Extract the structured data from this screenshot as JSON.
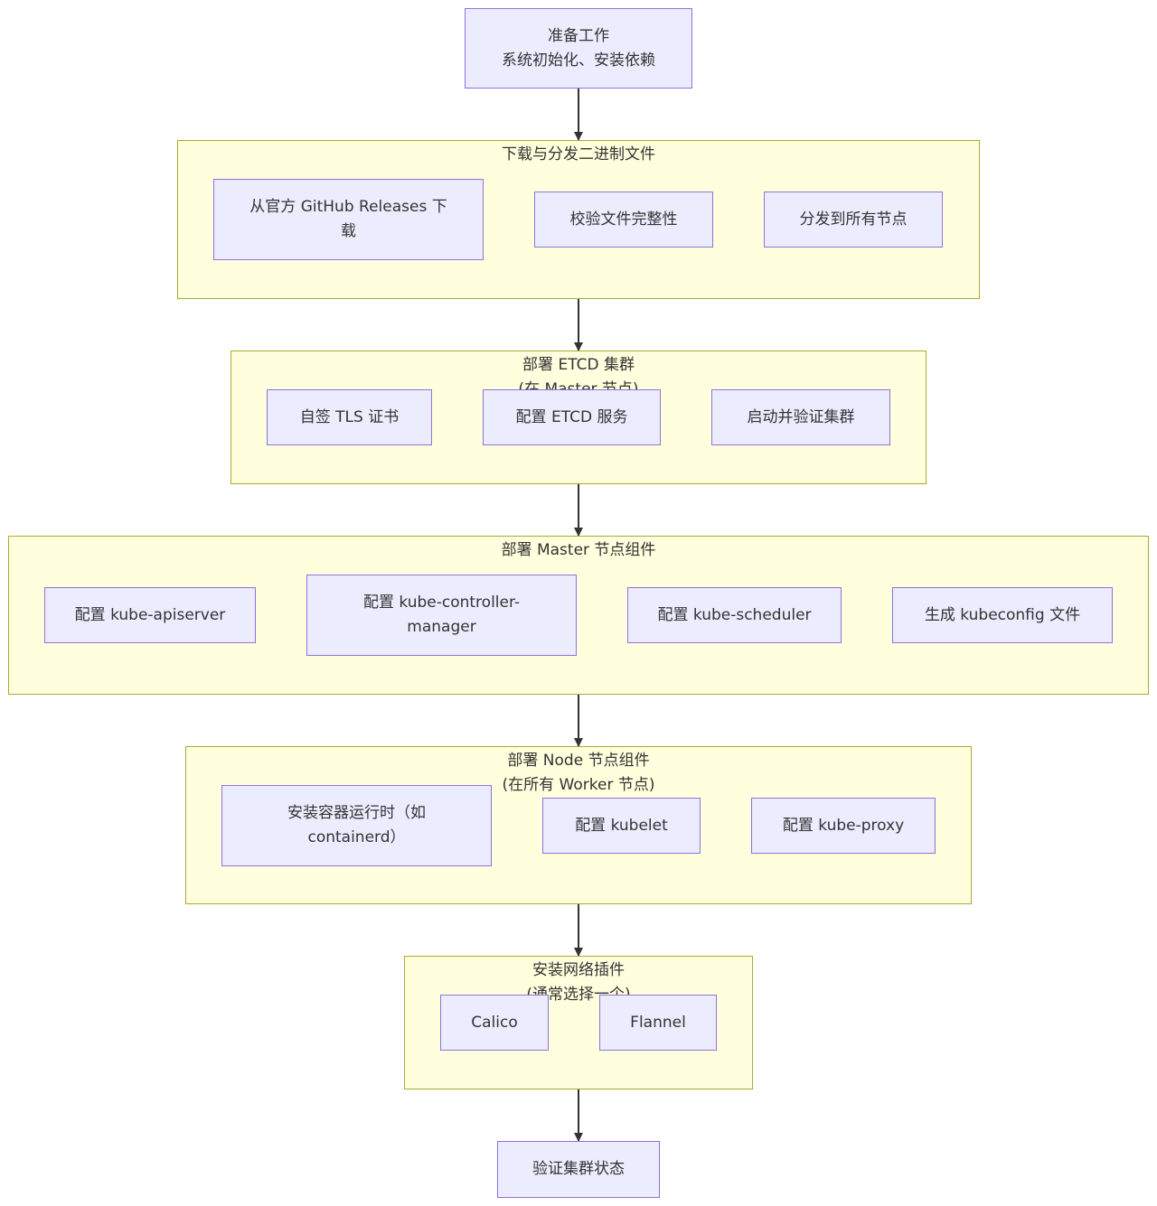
{
  "colors": {
    "node_fill": "#ececff",
    "node_border": "#9370db",
    "cluster_fill": "#ffffde",
    "cluster_border": "#aaaa33",
    "edge": "#333333"
  },
  "nodes": {
    "prepare": "准备工作\n系统初始化、安装依赖",
    "verify": "验证集群状态"
  },
  "clusters": {
    "download": {
      "title": "下载与分发二进制文件",
      "steps": [
        "从官方 GitHub Releases 下\n载",
        "校验文件完整性",
        "分发到所有节点"
      ]
    },
    "etcd": {
      "title": "部署 ETCD 集群\n(在 Master 节点)",
      "steps": [
        "自签 TLS 证书",
        "配置 ETCD 服务",
        "启动并验证集群"
      ]
    },
    "master": {
      "title": "部署 Master 节点组件",
      "steps": [
        "配置 kube-apiserver",
        "配置 kube-controller-\nmanager",
        "配置 kube-scheduler",
        "生成 kubeconfig 文件"
      ]
    },
    "node": {
      "title": "部署 Node 节点组件\n(在所有 Worker 节点)",
      "steps": [
        "安装容器运行时（如\ncontainerd）",
        "配置 kubelet",
        "配置 kube-proxy"
      ]
    },
    "network": {
      "title": "安装网络插件\n(通常选择一个)",
      "steps": [
        "Calico",
        "Flannel"
      ]
    }
  }
}
